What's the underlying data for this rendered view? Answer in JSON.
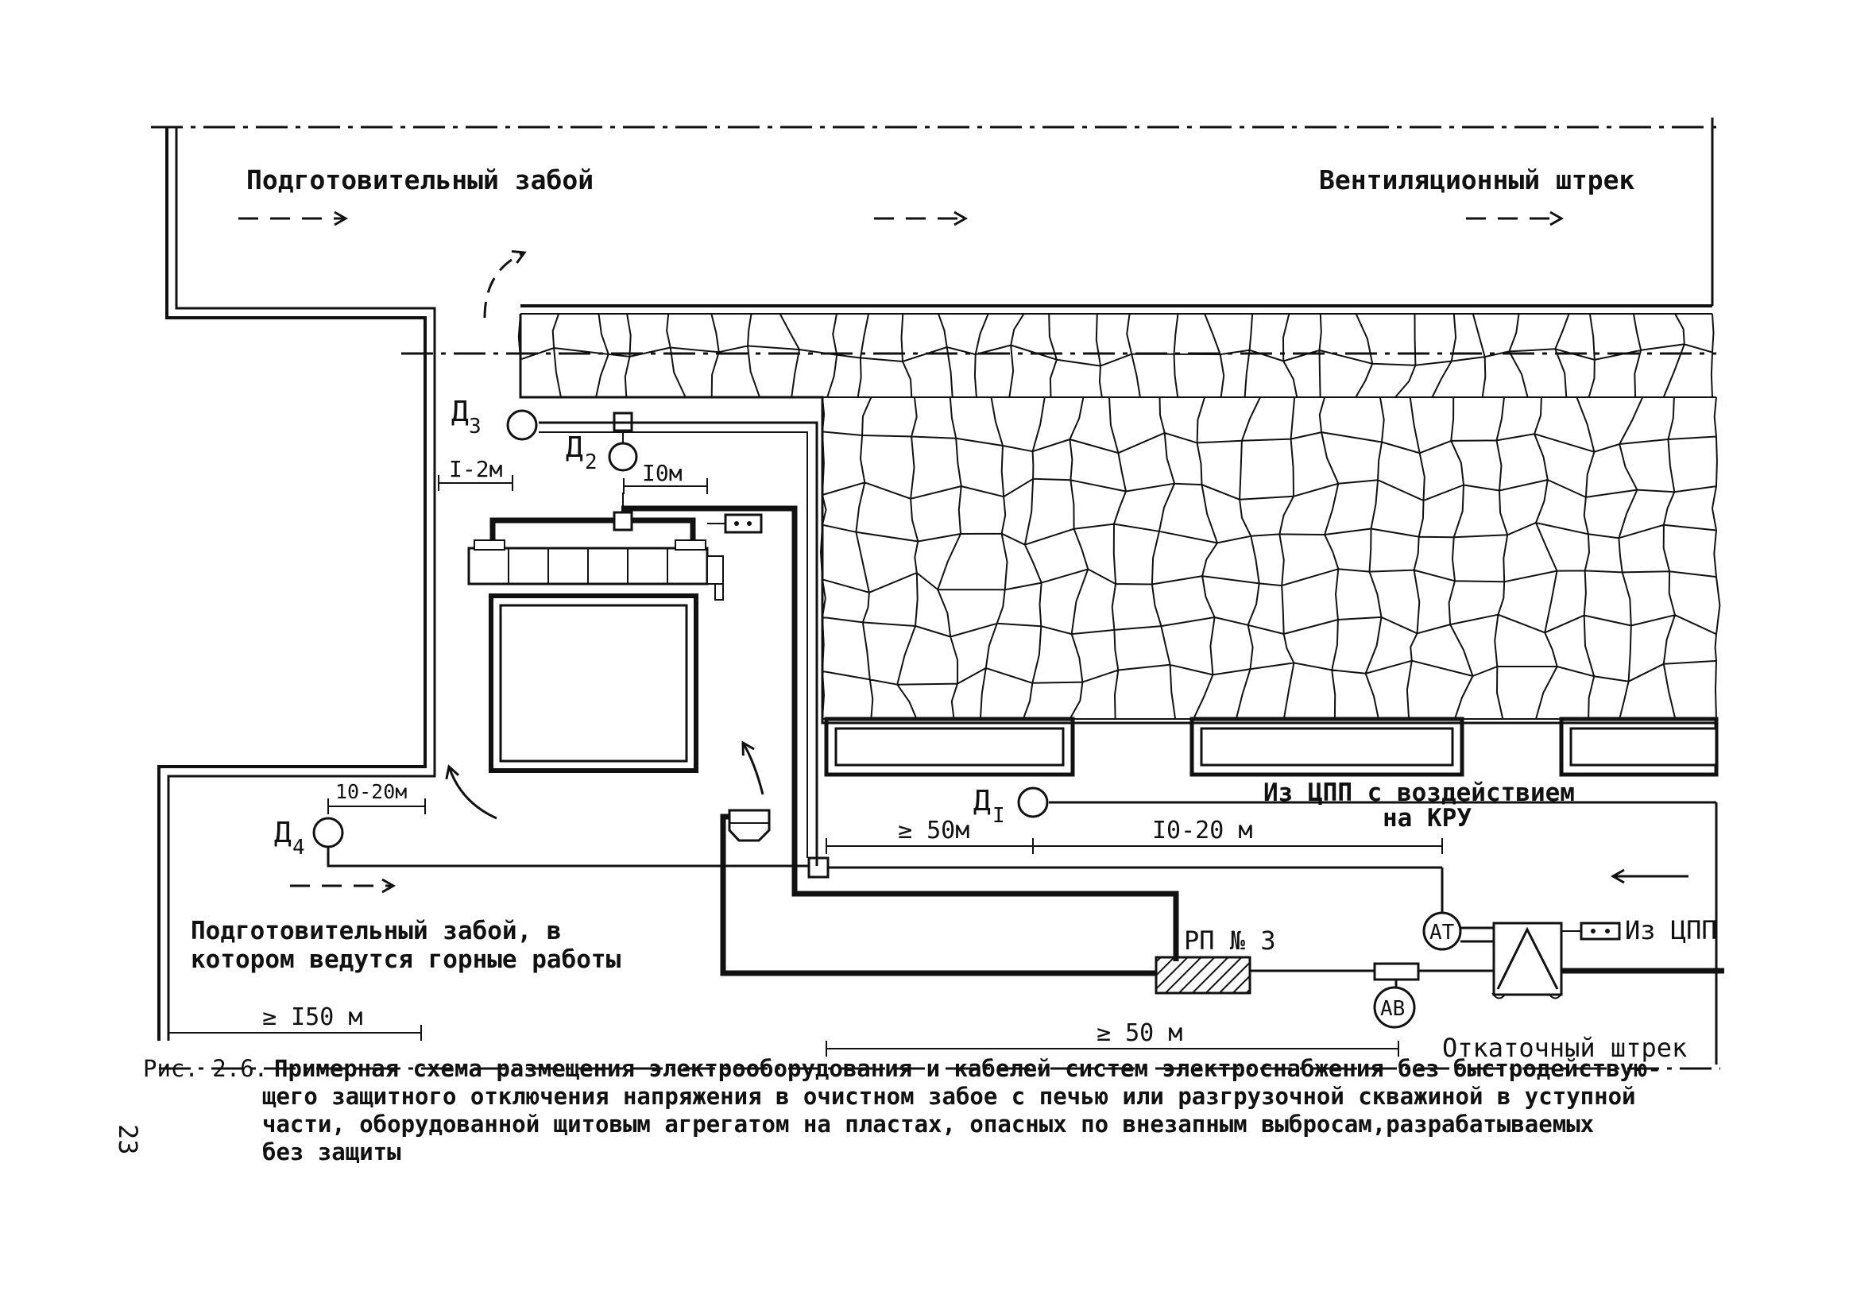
{
  "labels": {
    "top_left_face": "Подготовительный забой",
    "top_right_drift": "Вентиляционный штрек",
    "d3": "Д",
    "d3_sub": "3",
    "d2": "Д",
    "d2_sub": "2",
    "d1": "Д",
    "d1_sub": "I",
    "d4": "Д",
    "d4_sub": "4",
    "dim_1_2m": "I-2м",
    "dim_10m": "I0м",
    "dim_10_20m_left": "10-20м",
    "dim_ge_50m_top": "≥ 50м",
    "dim_10_20m_right": "I0-20 м",
    "from_cpp_kru_1": "Из ЦПП с воздействием",
    "from_cpp_kru_2": "на КРУ",
    "lower_face_1": "Подготовительный забой, в",
    "lower_face_2": "котором ведутся горные работы",
    "dim_ge_150m": "≥ I50 м",
    "rp3": "РП № 3",
    "at": "АТ",
    "av": "АВ",
    "from_cpp": "Из ЦПП",
    "dim_ge_50m_bottom": "≥ 50 м",
    "haulage_drift": "Откаточный штрек"
  },
  "caption": {
    "prefix": "Рис. 2.6.",
    "line1": "Примерная схема размещения электрооборудования и кабелей систем электроснабжения без быстродействую-",
    "line2": "щего защитного отключения напряжения в очистном забое с печью или разгрузочной скважиной в уступной",
    "line3": "части, оборудованной щитовым агрегатом на пластах, опасных по внезапным выбросам,разрабатываемых",
    "line4": "без защиты"
  },
  "page_number": "23"
}
